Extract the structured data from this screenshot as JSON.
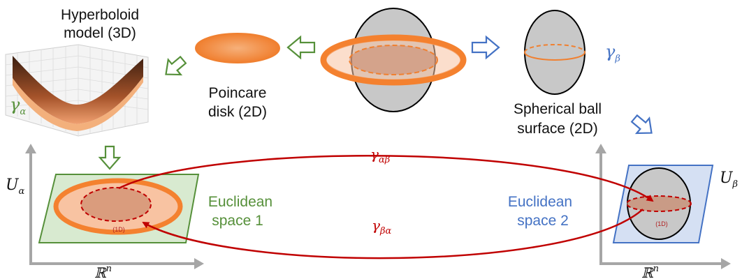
{
  "labels": {
    "hyperboloid_line1": "Hyperboloid",
    "hyperboloid_line2": "model (3D)",
    "poincare_line1": "Poincare",
    "poincare_line2": "disk (2D)",
    "spherical_line1": "Spherical ball",
    "spherical_line2": "surface (2D)",
    "euclid1_line1": "Euclidean",
    "euclid1_line2": "space 1",
    "euclid2_line1": "Euclidean",
    "euclid2_line2": "space 2",
    "dim_1d_left": "(1D)",
    "dim_1d_right": "(1D)"
  },
  "math": {
    "gamma": "γ",
    "sub_alpha": "α",
    "sub_beta": "β",
    "sub_alpha_beta": "αβ",
    "sub_beta_alpha": "βα",
    "U": "U",
    "R": "ℝ",
    "n": "n"
  },
  "colors": {
    "orange": "#f4812f",
    "orange_light": "#f8c3a2",
    "gray_sphere": "#c8c8c8",
    "green": "#56903a",
    "green_fill": "#d8ead0",
    "blue": "#4472c4",
    "blue_fill": "#d5e0f3",
    "red": "#c00000"
  }
}
